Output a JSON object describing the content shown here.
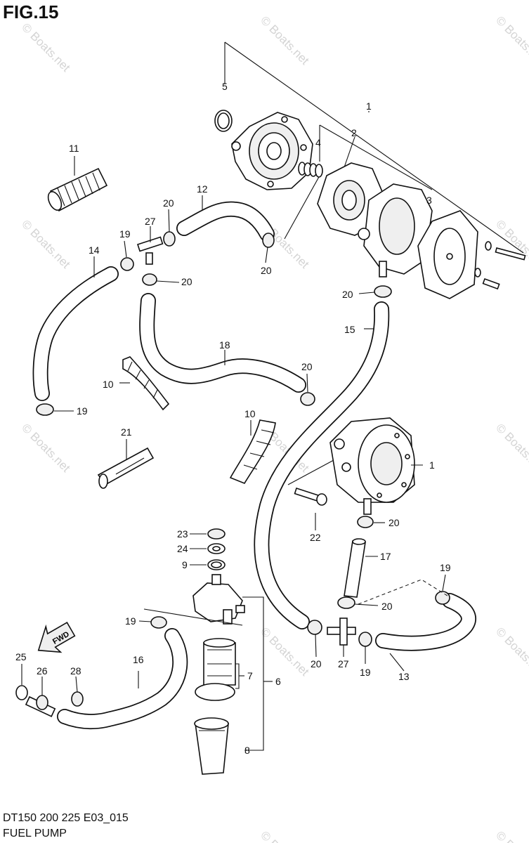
{
  "figure": {
    "title": "FIG.15",
    "model_code": "DT150 200 225 E03_015",
    "name": "FUEL PUMP"
  },
  "watermark": "© Boats.net",
  "fwd_arrow": "FWD",
  "labels": {
    "l1_top": "1",
    "l2": "2",
    "l3": "3",
    "l4": "4",
    "l5": "5",
    "l11": "11",
    "l12": "12",
    "l20_a": "20",
    "l19_a": "19",
    "l27_a": "27",
    "l14": "14",
    "l20_b": "20",
    "l20_c": "20",
    "l20_d": "20",
    "l15": "15",
    "l18": "18",
    "l10_a": "10",
    "l20_e": "20",
    "l19_b": "19",
    "l10_b": "10",
    "l21": "21",
    "l1_mid": "1",
    "l22": "22",
    "l20_f": "20",
    "l23": "23",
    "l24": "24",
    "l9": "9",
    "l17": "17",
    "l19_c": "19",
    "l20_g": "20",
    "l19_d": "19",
    "l25": "25",
    "l26": "26",
    "l28": "28",
    "l16": "16",
    "l7": "7",
    "l6": "6",
    "l20_h": "20",
    "l27_b": "27",
    "l19_e": "19",
    "l13": "13",
    "l8": "8"
  }
}
